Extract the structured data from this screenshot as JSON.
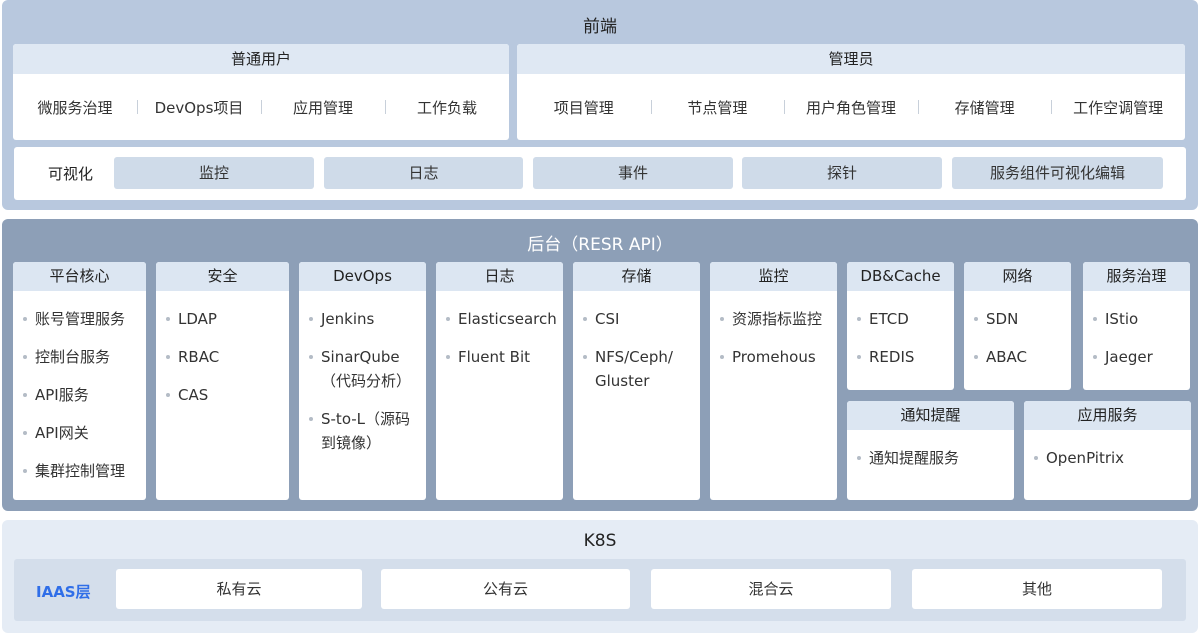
{
  "frontend": {
    "title": "前端",
    "user_group": {
      "title": "普通用户",
      "items": [
        "微服务治理",
        "DevOps项目",
        "应用管理",
        "工作负载"
      ]
    },
    "admin_group": {
      "title": "管理员",
      "items": [
        "项目管理",
        "节点管理",
        "用户角色管理",
        "存储管理",
        "工作空调管理"
      ]
    },
    "visualization": {
      "label": "可视化",
      "items": [
        "监控",
        "日志",
        "事件",
        "探针",
        "服务组件可视化编辑"
      ]
    }
  },
  "backend": {
    "title": "后台（RESR API）",
    "modules": {
      "platform_core": {
        "title": "平台核心",
        "items": [
          "账号管理服务",
          "控制台服务",
          "API服务",
          "API网关",
          "集群控制管理"
        ]
      },
      "security": {
        "title": "安全",
        "items": [
          "LDAP",
          "RBAC",
          "CAS"
        ]
      },
      "devops": {
        "title": "DevOps",
        "items": [
          "Jenkins",
          "SinarQube（代码分析）",
          "S-to-L（源码到镜像）"
        ]
      },
      "logging": {
        "title": "日志",
        "items": [
          "Elasticsearch",
          "Fluent Bit"
        ]
      },
      "storage": {
        "title": "存储",
        "items": [
          "CSI",
          "NFS/Ceph/ Gluster"
        ]
      },
      "monitoring": {
        "title": "监控",
        "items": [
          "资源指标监控",
          "Promehous"
        ]
      },
      "db_cache": {
        "title": "DB&Cache",
        "items": [
          "ETCD",
          "REDIS"
        ]
      },
      "network": {
        "title": "网络",
        "items": [
          "SDN",
          "ABAC"
        ]
      },
      "service_governance": {
        "title": "服务治理",
        "items": [
          "IStio",
          "Jaeger"
        ]
      },
      "notification": {
        "title": "通知提醒",
        "items": [
          "通知提醒服务"
        ]
      },
      "app_service": {
        "title": "应用服务",
        "items": [
          "OpenPitrix"
        ]
      }
    }
  },
  "k8s": {
    "title": "K8S",
    "iaas": {
      "label": "IAAS层",
      "items": [
        "私有云",
        "公有云",
        "混合云",
        "其他"
      ]
    }
  }
}
